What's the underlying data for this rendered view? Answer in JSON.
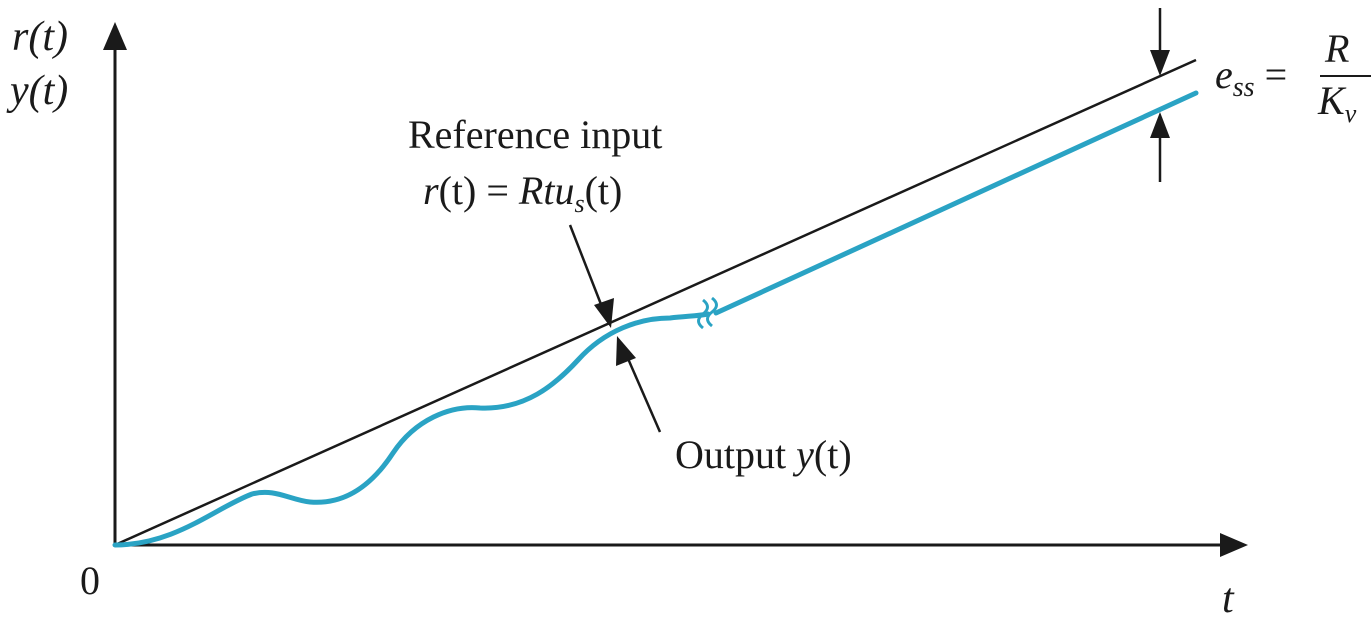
{
  "axes": {
    "y_label_top": "r(t)",
    "y_label_bottom": "y(t)",
    "x_label": "t",
    "origin_label": "0"
  },
  "annotations": {
    "reference_title": "Reference input",
    "reference_formula": {
      "r": "r",
      "t_arg": "(t)",
      "eq": " = ",
      "R": "R",
      "t": "t",
      "u": "u",
      "sub": "s",
      "t_arg2": "(t)"
    },
    "output": {
      "word": "Output ",
      "y": "y",
      "t_arg": "(t)"
    },
    "steady_state_error": {
      "e": "e",
      "sub": "ss",
      "eq": " = ",
      "numerator": "R",
      "denominator": "K",
      "denominator_sub": "v"
    }
  },
  "colors": {
    "output_curve": "#2aa3c4",
    "reference_line": "#1a1a1a",
    "axes": "#1a1a1a"
  }
}
